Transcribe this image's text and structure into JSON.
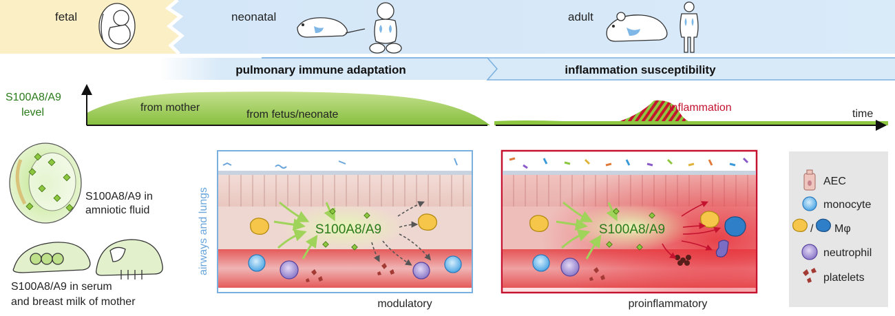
{
  "timeline": {
    "stage_fetal": "fetal",
    "stage_neonatal": "neonatal",
    "stage_adult": "adult",
    "phase_left": "pulmonary immune adaptation",
    "phase_right": "inflammation susceptibility"
  },
  "level_plot": {
    "y_label_line1": "S100A8/A9",
    "y_label_line2": "level",
    "x_label": "time",
    "label_mother": "from mother",
    "label_fetus": "from fetus/neonate",
    "label_inflammation": "inflammation"
  },
  "sources": {
    "amniotic_line1": "S100A8/A9 in",
    "amniotic_line2": "amniotic fluid",
    "serum_line1": "S100A8/A9 in serum",
    "serum_line2": "and breast milk of mother"
  },
  "panels": {
    "side_label": "airways and lungs",
    "center_label": "S100A8/A9",
    "modulatory_caption": "modulatory",
    "proinflammatory_caption": "proinflammatory"
  },
  "legend": {
    "aec": "AEC",
    "monocyte": "monocyte",
    "macrophage_sep": "/",
    "macrophage": "Mφ",
    "neutrophil": "neutrophil",
    "platelets": "platelets"
  },
  "colors": {
    "fetal_bg": "#fbefc6",
    "neonatal_bg": "#d6e8f8",
    "level_green": "#8dc63f",
    "inflammation_red": "#c4122f",
    "panel_border_left": "#7ab0e0",
    "panel_border_right": "#c4122f",
    "legend_bg": "#e6e6e6"
  }
}
